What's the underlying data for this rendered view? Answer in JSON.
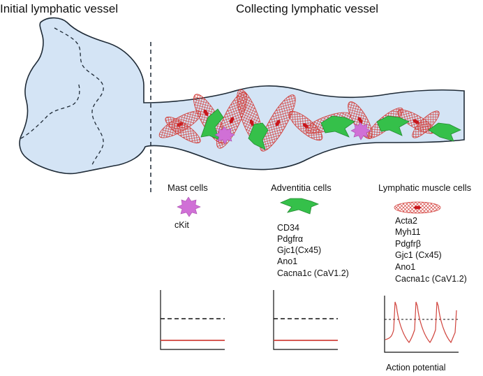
{
  "titles": {
    "initial": "Initial lymphatic vessel",
    "collecting": "Collecting lymphatic vessel"
  },
  "colors": {
    "vessel_fill": "#d4e4f5",
    "outline": "#1e2a36",
    "muscle": "#d23a36",
    "mast": "#d070d6",
    "adventitia": "#35c04a",
    "trace": "#d0433c"
  },
  "cells": [
    {
      "id": "mast",
      "label": "Mast cells",
      "markers": [
        "cKit"
      ]
    },
    {
      "id": "adventitia",
      "label": "Adventitia cells",
      "markers": [
        "CD34",
        "Pdgfrα",
        "Gjc1(Cx45)",
        "Ano1",
        "Cacna1c (CaV1.2)"
      ]
    },
    {
      "id": "muscle",
      "label": "Lymphatic muscle cells",
      "markers": [
        "Acta2",
        "Myh11",
        "Pdgfrβ",
        "Gjc1 (Cx45)",
        "Ano1",
        "Cacna1c (CaV1.2)"
      ]
    }
  ],
  "plots": {
    "action_potential_label": "Action potential"
  }
}
